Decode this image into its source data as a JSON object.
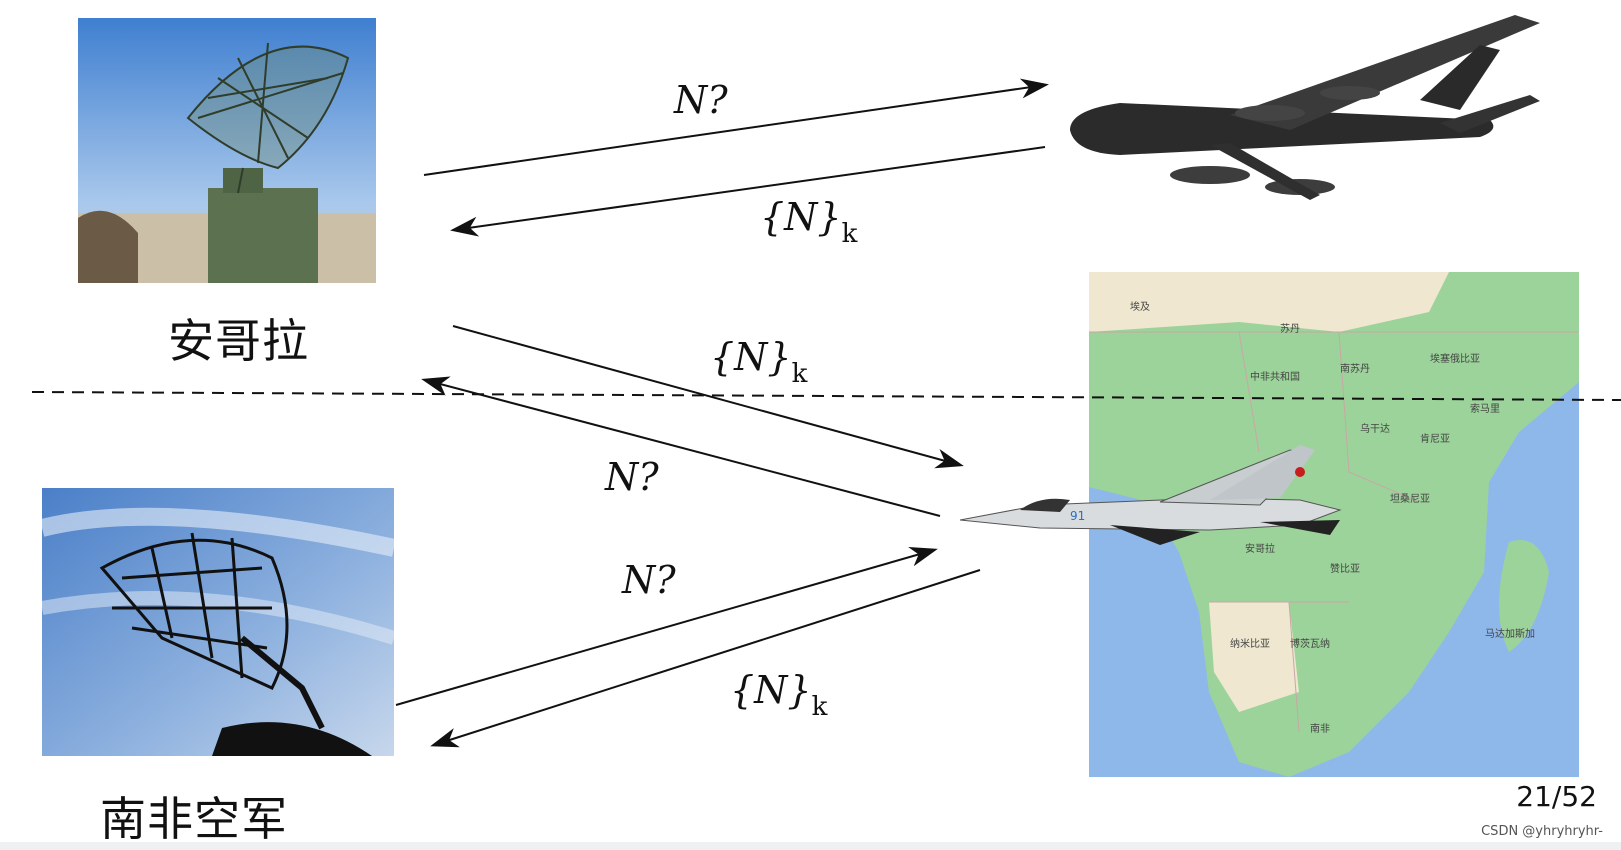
{
  "labels": {
    "angola": "安哥拉",
    "saaf": "南非空军"
  },
  "messages": {
    "top_request": "N?",
    "top_response": "{N}",
    "top_response_sub": "k",
    "mid_response": "{N}",
    "mid_response_sub": "k",
    "mid_request": "N?",
    "bottom_request": "N?",
    "bottom_response": "{N}",
    "bottom_response_sub": "k"
  },
  "map": {
    "countries": [
      "埃及",
      "苏丹",
      "中非共和国",
      "南苏丹",
      "乌干达",
      "肯尼亚",
      "坦桑尼亚",
      "安哥拉",
      "赞比亚",
      "纳米比亚",
      "博茨瓦纳",
      "南非",
      "马达加斯加",
      "索马里",
      "埃塞俄比亚"
    ]
  },
  "page_number": "21/52",
  "watermark": "CSDN @yhryhryhr-",
  "colors": {
    "map_land": "#9cd39a",
    "map_sea": "#8fb8ea",
    "map_desert": "#efe7d0",
    "sky": "#5a8fd1"
  }
}
